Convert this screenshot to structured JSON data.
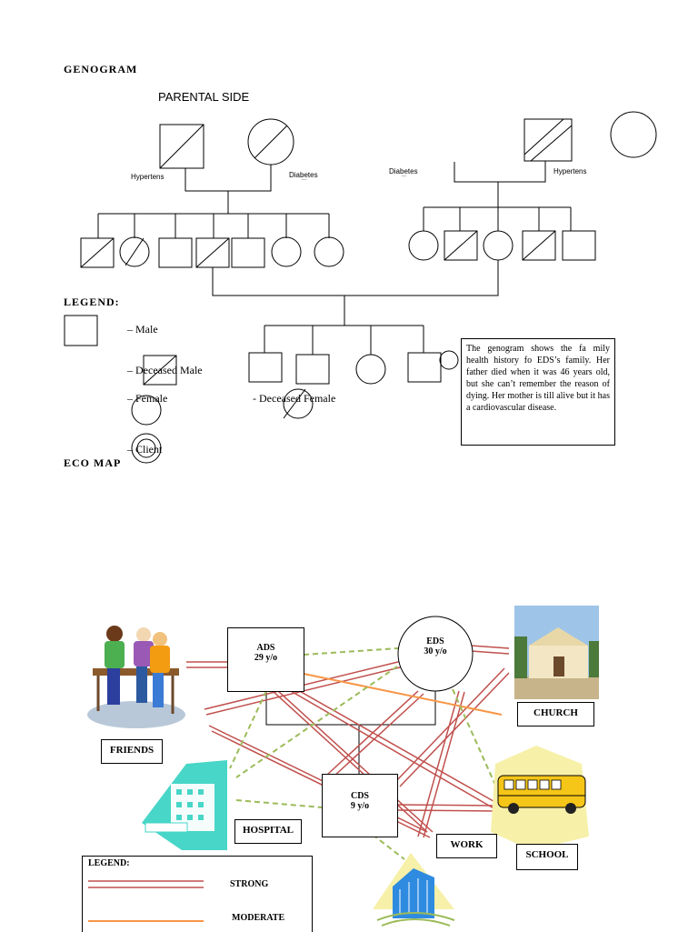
{
  "genogram": {
    "title": "GENOGRAM",
    "parental_side": "PARENTAL SIDE",
    "annotations": {
      "left_father": "Hypertens",
      "left_mother": "Diabetes",
      "left_mother_dots": "...",
      "right_mother": "Diabetes",
      "right_mother_dots": "...",
      "right_father": "Hypertens"
    },
    "legend": {
      "title": "LEGEND:",
      "male": "–  Male",
      "deceased_male": "–  Deceased Male",
      "female": "–  Female",
      "deceased_female": "-  Deceased Female",
      "client": "–  Client"
    },
    "note": "The genogram shows the fa mily health history fo EDS’s family. Her father died when it was 46 years old, but she can’t remember the reason of dying. Her mother is till alive but it has a cardiovascular disease."
  },
  "ecomap": {
    "title": "ECO MAP",
    "nodes": {
      "ads_name": "ADS",
      "ads_age": "29 y/o",
      "eds_name": "EDS",
      "eds_age": "30 y/o",
      "cds_name": "CDS",
      "cds_age": "9 y/o"
    },
    "labels": {
      "friends": "FRIENDS",
      "church": "CHURCH",
      "hospital": "HOSPITAL",
      "work": "WORK",
      "school": "SCHOOL"
    },
    "legend": {
      "title": "LEGEND:",
      "strong": "STRONG",
      "moderate": "MODERATE"
    },
    "colors": {
      "strong": "#c0504d",
      "moderate": "#f79646",
      "weak": "#9bbb59"
    }
  }
}
